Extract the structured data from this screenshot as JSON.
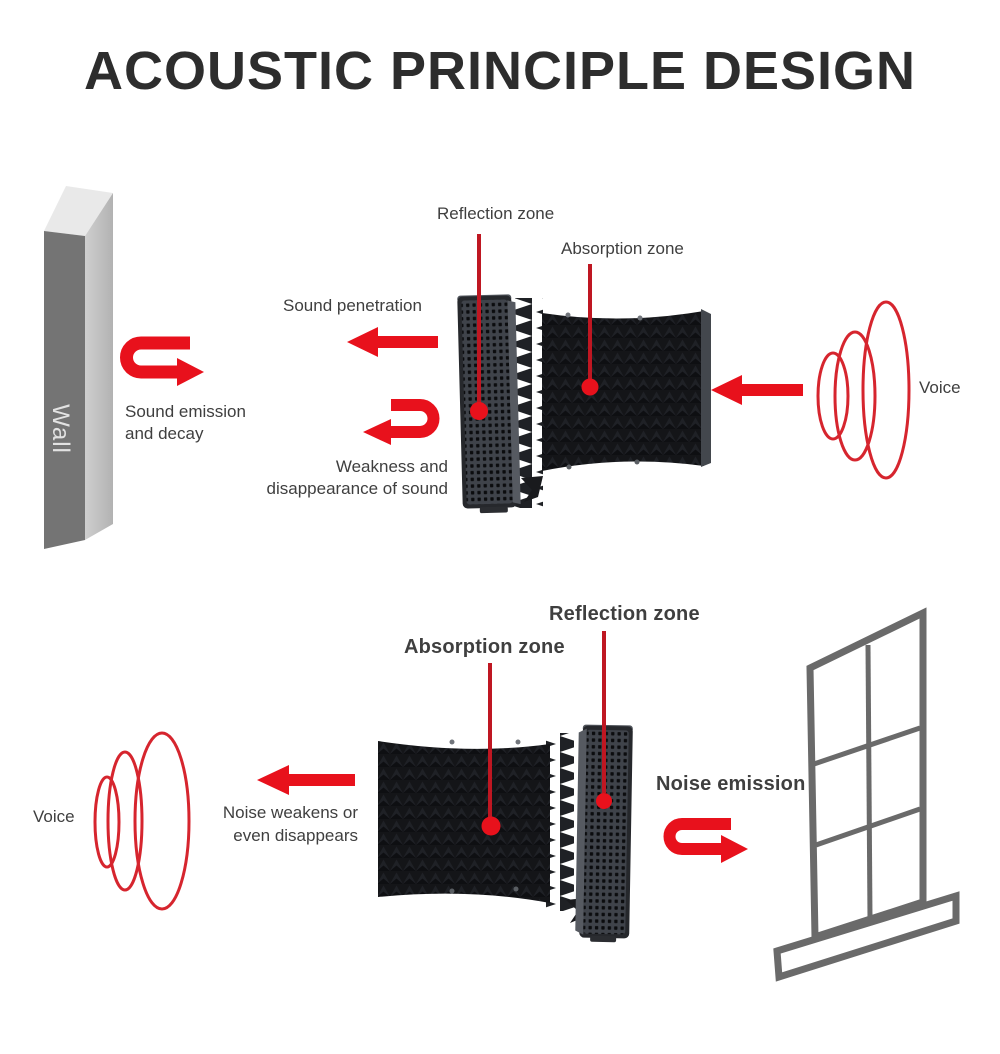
{
  "title": "ACOUSTIC PRINCIPLE DESIGN",
  "colors": {
    "accent_red": "#e8111c",
    "leader_red": "#bf1722",
    "ellipse_red": "#d6252e",
    "text": "#3f3f3f",
    "title_text": "#2d2d2d",
    "wall_front": "#747474",
    "wall_side": "#c4c4c4",
    "wall_top": "#e9e9e9",
    "window_gray": "#6a6a6a",
    "wall_label": "#e2e2e2"
  },
  "upper_diagram": {
    "wall_label": "Wall",
    "sound_emission": {
      "line1": "Sound emission",
      "line2": "and decay"
    },
    "sound_penetration": "Sound penetration",
    "reflection_zone": "Reflection zone",
    "absorption_zone": "Absorption zone",
    "weakness": {
      "line1": "Weakness and",
      "line2": "disappearance of sound"
    },
    "voice": "Voice"
  },
  "lower_diagram": {
    "absorption_zone": "Absorption zone",
    "reflection_zone": "Reflection zone",
    "noise_weakens": {
      "line1": "Noise weakens or",
      "line2": "even disappears"
    },
    "voice": "Voice",
    "noise_emission": "Noise emission"
  }
}
